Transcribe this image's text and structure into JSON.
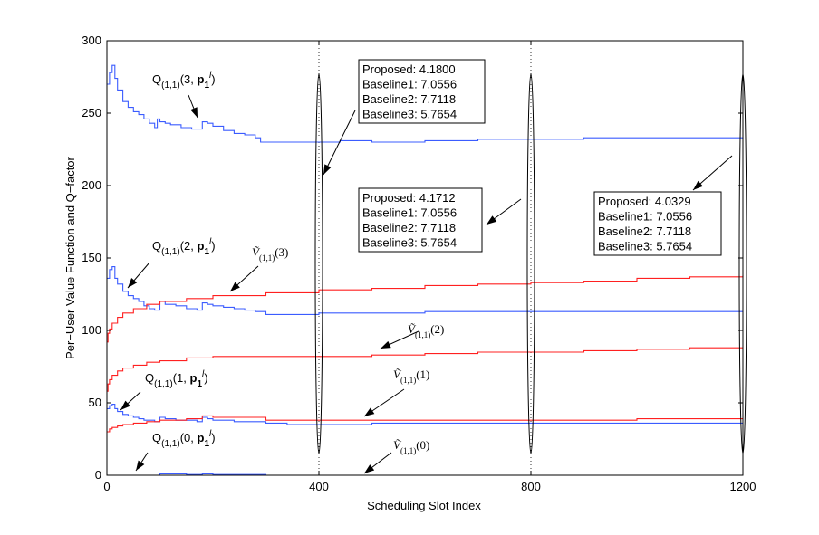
{
  "chart_data": {
    "type": "line",
    "title": "",
    "xlabel": "Scheduling Slot Index",
    "ylabel": "Per−User Value Function and Q−factor",
    "xlim": [
      0,
      1200
    ],
    "ylim": [
      0,
      300
    ],
    "xticks": [
      0,
      400,
      800,
      1200
    ],
    "yticks": [
      0,
      50,
      100,
      150,
      200,
      250,
      300
    ],
    "grid": false,
    "legend": "none",
    "colors": {
      "q_factor": "#3b5cff",
      "value_function": "#ff2020",
      "annotation": "#000000"
    },
    "series": [
      {
        "group": "q_factor",
        "label_parts": [
          "Q",
          "(1,1)",
          "(3, ",
          "p",
          "1",
          "l",
          ")"
        ],
        "x": [
          0,
          5,
          10,
          15,
          20,
          30,
          40,
          50,
          60,
          70,
          80,
          90,
          95,
          100,
          110,
          120,
          140,
          160,
          175,
          180,
          190,
          200,
          220,
          240,
          260,
          280,
          290,
          300,
          340,
          400,
          440,
          500,
          560,
          600,
          700,
          800,
          900,
          1000,
          1100,
          1200
        ],
        "y": [
          270,
          278,
          283,
          274,
          266,
          258,
          254,
          251,
          249,
          246,
          243,
          240,
          246,
          244,
          243,
          242,
          240,
          239,
          239,
          244,
          243,
          241,
          238,
          236,
          235,
          233,
          230,
          230,
          230,
          230,
          231,
          230,
          230,
          231,
          232,
          232,
          233,
          233,
          233,
          232
        ]
      },
      {
        "group": "q_factor",
        "label_parts": [
          "Q",
          "(1,1)",
          "(2, ",
          "p",
          "1",
          "l",
          ")"
        ],
        "x": [
          0,
          5,
          10,
          15,
          20,
          30,
          40,
          50,
          60,
          70,
          80,
          90,
          100,
          110,
          130,
          150,
          170,
          180,
          190,
          200,
          220,
          240,
          260,
          280,
          300,
          340,
          400,
          500,
          600,
          700,
          800,
          900,
          1000,
          1100,
          1200
        ],
        "y": [
          136,
          142,
          144,
          136,
          132,
          127,
          124,
          122,
          120,
          117,
          115,
          114,
          120,
          118,
          117,
          115,
          114,
          119,
          118,
          117,
          116,
          115,
          114,
          113,
          111,
          111,
          112,
          112,
          113,
          113,
          113,
          113,
          113,
          113,
          113
        ]
      },
      {
        "group": "q_factor",
        "label_parts": [
          "Q",
          "(1,1)",
          "(1, ",
          "p",
          "1",
          "l",
          ")"
        ],
        "x": [
          0,
          5,
          10,
          15,
          20,
          30,
          40,
          50,
          60,
          70,
          80,
          90,
          100,
          110,
          130,
          150,
          170,
          180,
          190,
          200,
          240,
          300,
          340,
          400,
          500,
          600,
          700,
          800,
          900,
          1000,
          1100,
          1200
        ],
        "y": [
          46,
          48,
          49,
          46,
          44,
          42,
          41,
          40,
          39,
          38,
          38,
          37,
          40,
          39,
          38,
          38,
          37,
          40,
          39,
          38,
          37,
          36,
          35,
          35,
          36,
          36,
          36,
          36,
          36,
          36,
          36,
          36
        ]
      },
      {
        "group": "q_factor",
        "label_parts": [
          "Q",
          "(1,1)",
          "(0, ",
          "p",
          "1",
          "l",
          ")"
        ],
        "x": [
          0,
          90,
          100,
          150,
          180,
          200,
          300,
          600,
          900,
          1200
        ],
        "y": [
          0,
          0,
          1,
          0.5,
          1,
          0.5,
          0,
          0,
          0,
          0
        ]
      },
      {
        "group": "value_function",
        "label_parts": [
          "Ṽ",
          "(1,1)",
          "(3)"
        ],
        "x": [
          0,
          2,
          5,
          10,
          20,
          30,
          50,
          75,
          100,
          150,
          200,
          300,
          400,
          500,
          600,
          700,
          800,
          900,
          1000,
          1100,
          1200
        ],
        "y": [
          92,
          98,
          101,
          105,
          109,
          112,
          115,
          118,
          120,
          122,
          124,
          126,
          128,
          129,
          131,
          132,
          133,
          134,
          136,
          137,
          138
        ]
      },
      {
        "group": "value_function",
        "label_parts": [
          "Ṽ",
          "(1,1)",
          "(2)"
        ],
        "x": [
          0,
          2,
          5,
          10,
          20,
          30,
          50,
          75,
          100,
          150,
          200,
          300,
          400,
          500,
          600,
          700,
          800,
          900,
          1000,
          1100,
          1200
        ],
        "y": [
          58,
          63,
          66,
          69,
          72,
          74,
          76,
          78,
          79,
          81,
          82,
          82,
          82,
          83,
          84,
          85,
          85,
          86,
          87,
          88,
          88
        ]
      },
      {
        "group": "value_function",
        "label_parts": [
          "Ṽ",
          "(1,1)",
          "(1)"
        ],
        "x": [
          0,
          5,
          10,
          20,
          30,
          50,
          75,
          100,
          150,
          180,
          200,
          300,
          400,
          500,
          600,
          700,
          800,
          900,
          1000,
          1100,
          1200
        ],
        "y": [
          30,
          32,
          33,
          34,
          35,
          36,
          37,
          38,
          39,
          41,
          40,
          38,
          38,
          38,
          38,
          38,
          38,
          38,
          39,
          39,
          39
        ]
      },
      {
        "group": "value_function",
        "label_parts": [
          "Ṽ",
          "(1,1)",
          "(0)"
        ],
        "x": [
          0,
          400,
          800,
          1200
        ],
        "y": [
          0,
          0,
          0,
          0
        ]
      }
    ],
    "vertical_markers": [
      400,
      800,
      1200
    ],
    "ellipses": [
      {
        "x": 400,
        "y_center": 146,
        "half_height": 131
      },
      {
        "x": 800,
        "y_center": 146,
        "half_height": 131
      },
      {
        "x": 1200,
        "y_center": 146,
        "half_height": 131
      }
    ],
    "annotation_boxes": [
      {
        "lines": [
          "Proposed: 4.1800",
          "Baseline1: 7.0556",
          "Baseline2: 7.7118",
          "Baseline3: 5.7654"
        ]
      },
      {
        "lines": [
          "Proposed: 4.1712",
          "Baseline1: 7.0556",
          "Baseline2: 7.7118",
          "Baseline3: 5.7654"
        ]
      },
      {
        "lines": [
          "Proposed: 4.0329",
          "Baseline1: 7.0556",
          "Baseline2: 7.7118",
          "Baseline3: 5.7654"
        ]
      }
    ]
  }
}
